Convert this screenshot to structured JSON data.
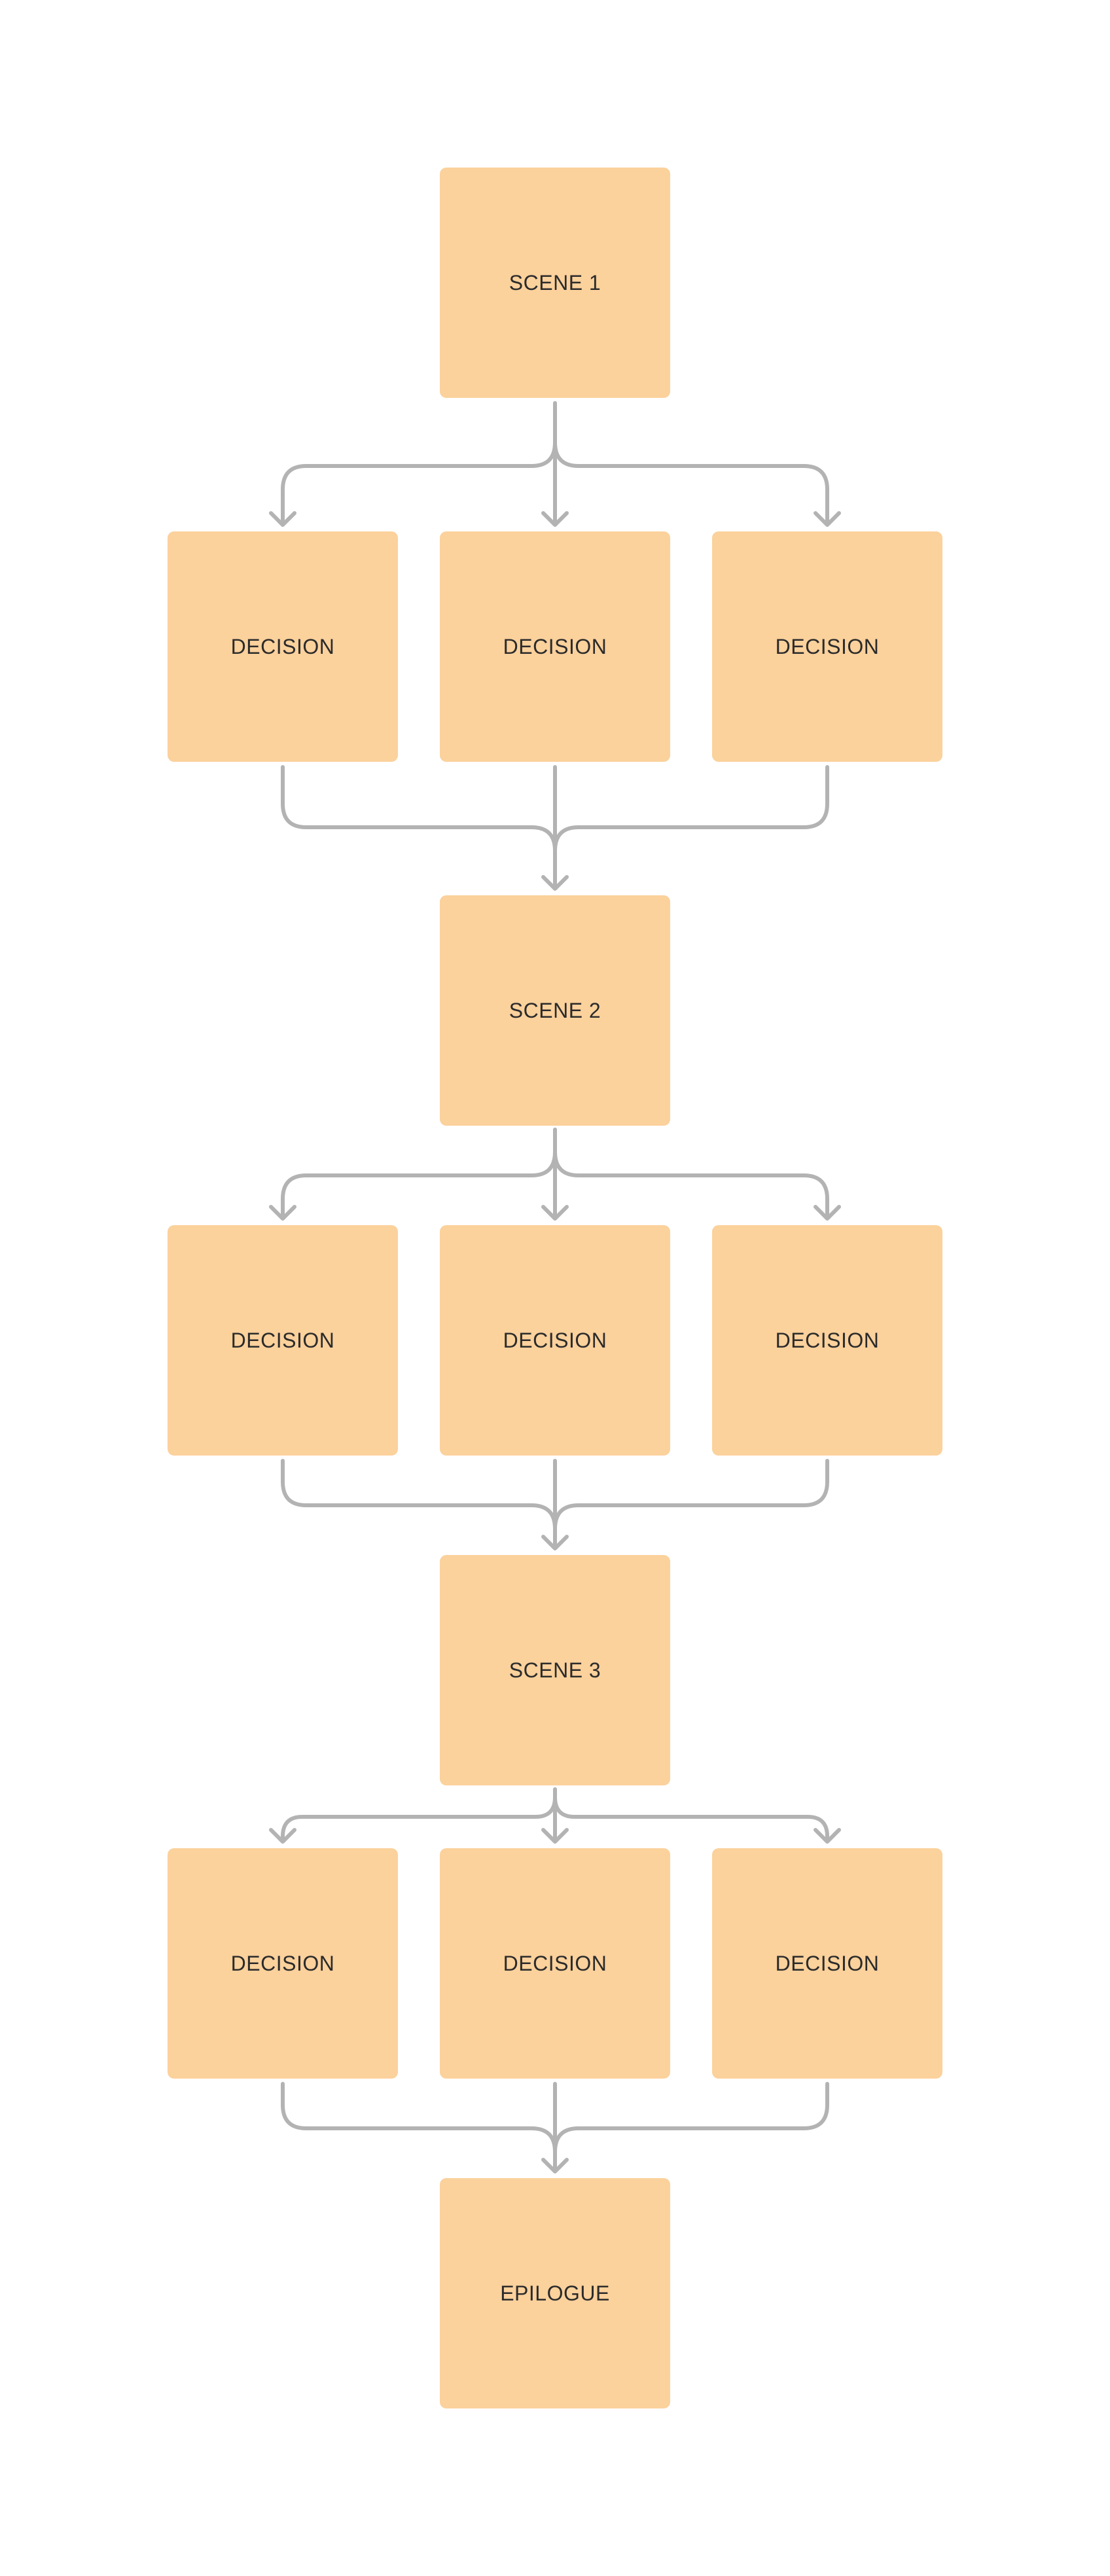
{
  "diagram": {
    "colors": {
      "box": "#fbd19c",
      "connector": "#b3b3b3",
      "text": "#2b2b2b",
      "background": "#ffffff"
    },
    "nodes": {
      "scene_1": "SCENE 1",
      "decision_1a": "DECISION",
      "decision_1b": "DECISION",
      "decision_1c": "DECISION",
      "scene_2": "SCENE 2",
      "decision_2a": "DECISION",
      "decision_2b": "DECISION",
      "decision_2c": "DECISION",
      "scene_3": "SCENE 3",
      "decision_3a": "DECISION",
      "decision_3b": "DECISION",
      "decision_3c": "DECISION",
      "epilogue": "EPILOGUE"
    },
    "edges": [
      [
        "scene_1",
        "decision_1a"
      ],
      [
        "scene_1",
        "decision_1b"
      ],
      [
        "scene_1",
        "decision_1c"
      ],
      [
        "decision_1a",
        "scene_2"
      ],
      [
        "decision_1b",
        "scene_2"
      ],
      [
        "decision_1c",
        "scene_2"
      ],
      [
        "scene_2",
        "decision_2a"
      ],
      [
        "scene_2",
        "decision_2b"
      ],
      [
        "scene_2",
        "decision_2c"
      ],
      [
        "decision_2a",
        "scene_3"
      ],
      [
        "decision_2b",
        "scene_3"
      ],
      [
        "decision_2c",
        "scene_3"
      ],
      [
        "scene_3",
        "decision_3a"
      ],
      [
        "scene_3",
        "decision_3b"
      ],
      [
        "scene_3",
        "decision_3c"
      ],
      [
        "decision_3a",
        "epilogue"
      ],
      [
        "decision_3b",
        "epilogue"
      ],
      [
        "decision_3c",
        "epilogue"
      ]
    ]
  }
}
